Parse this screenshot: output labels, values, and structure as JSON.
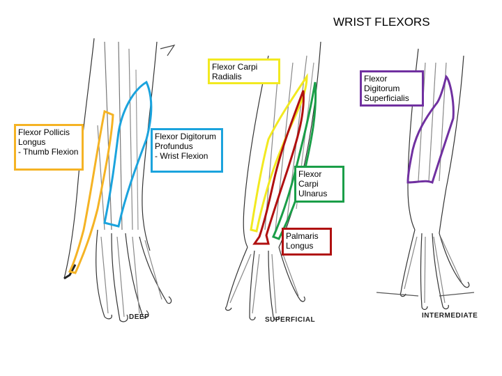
{
  "title": "WRIST FLEXORS",
  "colors": {
    "fpl": "#f5b324",
    "fdp": "#1ba3dd",
    "fcr": "#f2e920",
    "fds": "#7030a0",
    "fcu": "#1a9e48",
    "pl": "#b01010"
  },
  "labels": {
    "fpl": {
      "name": "Flexor Pollicis Longus",
      "action": " - Thumb Flexion"
    },
    "fdp": {
      "name": "Flexor Digitorum Profundus",
      "action": " - Wrist Flexion"
    },
    "fcr": {
      "name": "Flexor Carpi Radialis"
    },
    "fds": {
      "name": "Flexor Digitorum Superficialis"
    },
    "fcu": {
      "name": "Flexor Carpi Ulnarus"
    },
    "pl": {
      "name": "Palmaris Longus"
    }
  },
  "panels": {
    "deep": "DEEP",
    "superficial": "SUPERFICIAL",
    "intermediate": "INTERMEDIATE"
  }
}
